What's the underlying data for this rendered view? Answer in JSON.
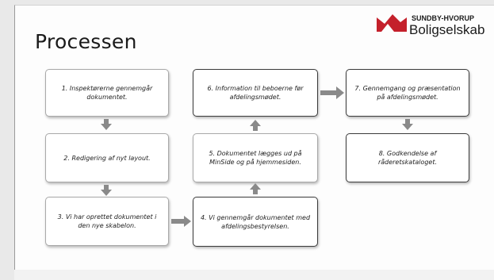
{
  "slide": {
    "title": "Processen"
  },
  "logo": {
    "top_text": "SUNDBY-HVORUP",
    "bottom_text": "Boligselskab",
    "mark_color": "#c4202b"
  },
  "steps": [
    {
      "id": "step-1",
      "text": "1. Inspektørerne gennemgår dokumentet."
    },
    {
      "id": "step-2",
      "text": "2. Redigering af nyt layout."
    },
    {
      "id": "step-3",
      "text": "3. Vi har oprettet dokumentet i den nye skabelon."
    },
    {
      "id": "step-4",
      "text": "4. Vi gennemgår dokumentet med afdelingsbestyrelsen."
    },
    {
      "id": "step-5",
      "text": "5. Dokumentet lægges ud på MinSide og på hjemmesiden."
    },
    {
      "id": "step-6",
      "text": "6. Information til beboerne før afdelingsmødet."
    },
    {
      "id": "step-7",
      "text": "7. Gennemgang og præsentation på afdelingsmødet."
    },
    {
      "id": "step-8",
      "text": "8. Godkendelse af råderetskataloget."
    }
  ],
  "colors": {
    "arrow": "#8a8a8a",
    "box_border": "#a9a9a9"
  }
}
